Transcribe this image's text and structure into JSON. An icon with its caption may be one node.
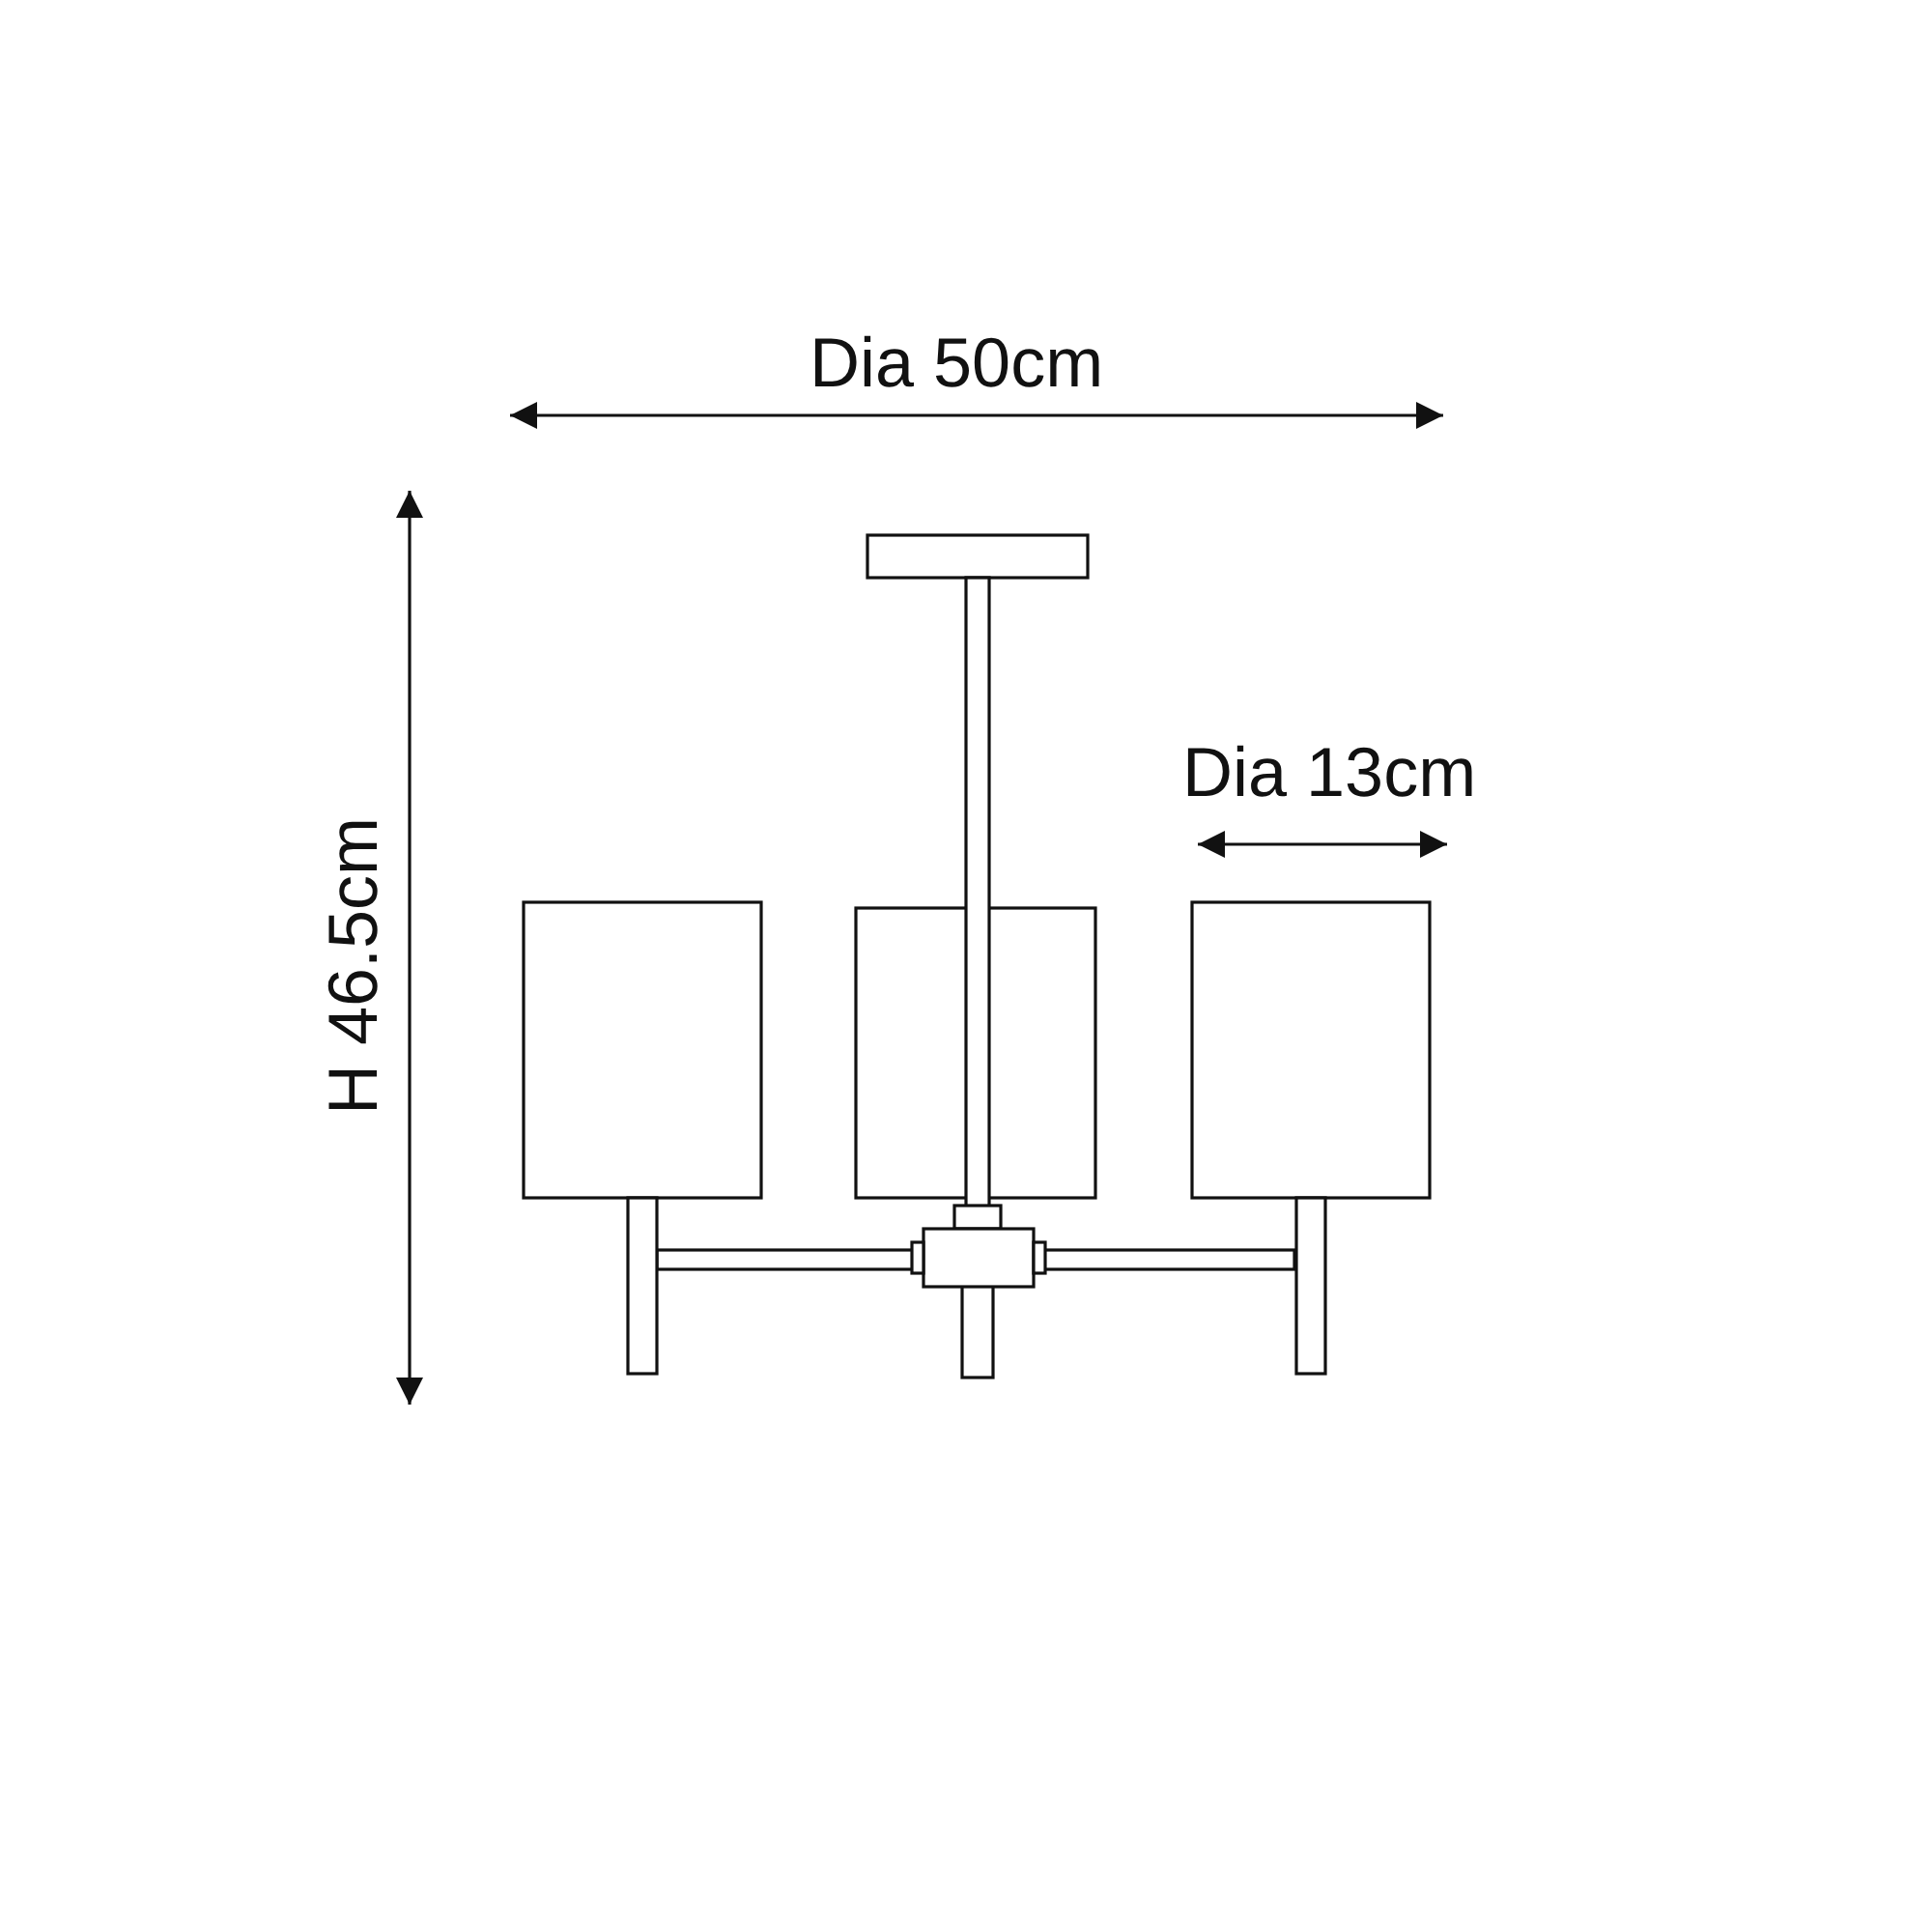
{
  "diagram": {
    "labels": [
      "Dia 50cm",
      "Dia 13cm",
      "H 46.5cm"
    ]
  }
}
